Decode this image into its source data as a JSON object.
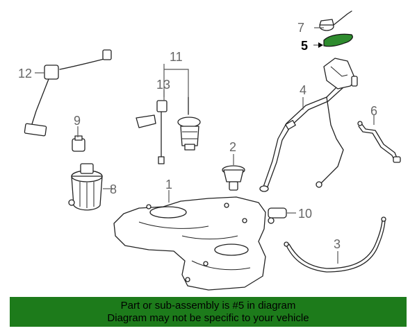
{
  "callouts": {
    "c1": "1",
    "c2": "2",
    "c3": "3",
    "c4": "4",
    "c5": "5",
    "c6": "6",
    "c7": "7",
    "c8": "8",
    "c9": "9",
    "c10": "10",
    "c11": "11",
    "c12": "12",
    "c13": "13"
  },
  "highlighted_part": "5",
  "colors": {
    "highlight_part": "#2e8b2e",
    "banner_bg": "#1d7b1b"
  },
  "banner": {
    "line1": "Part or sub-assembly is #5 in diagram",
    "line2": "Diagram may not be specific to your vehicle"
  }
}
